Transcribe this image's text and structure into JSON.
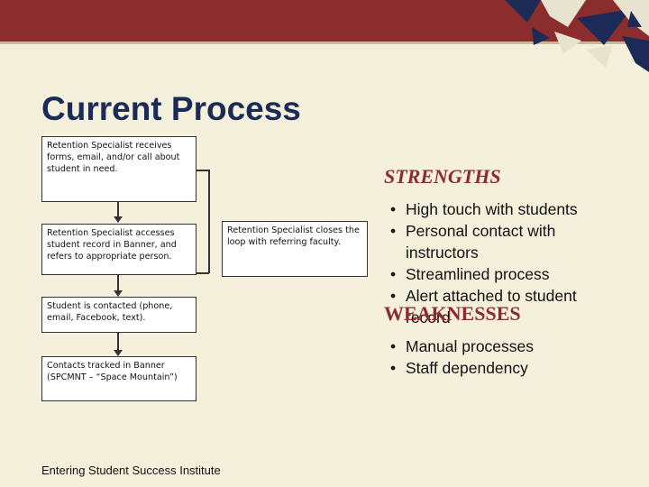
{
  "title": "Current Process",
  "flow": {
    "steps": [
      "Retention Specialist receives forms, email, and/or call about student in need.",
      "Retention Specialist accesses student record in Banner, and refers to appropriate person.",
      "Student is contacted (phone, email, Facebook, text).",
      "Contacts tracked in Banner (SPCMNT – “Space Mountain”)"
    ],
    "side_step": "Retention Specialist closes the loop with referring faculty."
  },
  "strengths": {
    "heading": "STRENGTHS",
    "items": [
      "High touch with students",
      "Personal contact with instructors",
      "Streamlined process",
      "Alert attached to student record"
    ]
  },
  "weaknesses": {
    "heading": "WEAKNESSES",
    "items": [
      "Manual processes",
      "Staff dependency"
    ]
  },
  "footer": "Entering Student Success Institute",
  "colors": {
    "banner": "#8b2d2d",
    "title": "#1b2a56",
    "heading": "#8b2d2d",
    "background": "#f4f0dc"
  }
}
